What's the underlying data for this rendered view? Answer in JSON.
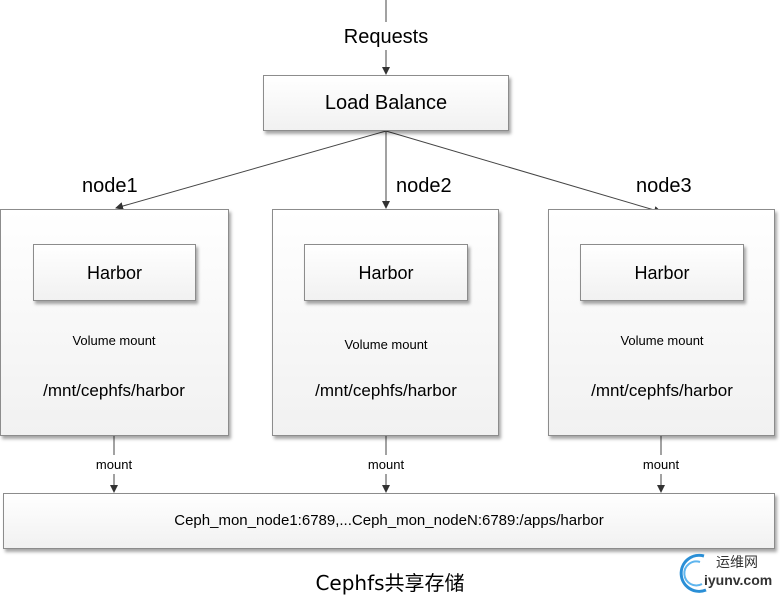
{
  "diagram": {
    "requests_label": "Requests",
    "load_balancer": "Load Balance",
    "nodes": [
      {
        "name": "node1",
        "app": "Harbor",
        "mount_type": "Volume mount",
        "path": "/mnt/cephfs/harbor",
        "mount_label": "mount"
      },
      {
        "name": "node2",
        "app": "Harbor",
        "mount_type": "Volume mount",
        "path": "/mnt/cephfs/harbor",
        "mount_label": "mount"
      },
      {
        "name": "node3",
        "app": "Harbor",
        "mount_type": "Volume mount",
        "path": "/mnt/cephfs/harbor",
        "mount_label": "mount"
      }
    ],
    "storage": "Ceph_mon_node1:6789,...Ceph_mon_nodeN:6789:/apps/harbor",
    "caption": "Cephfs共享存储"
  },
  "watermark": {
    "text_cn": "运维网",
    "text_en": "iyunv.com",
    "accent_color": "#2a8fd6"
  }
}
